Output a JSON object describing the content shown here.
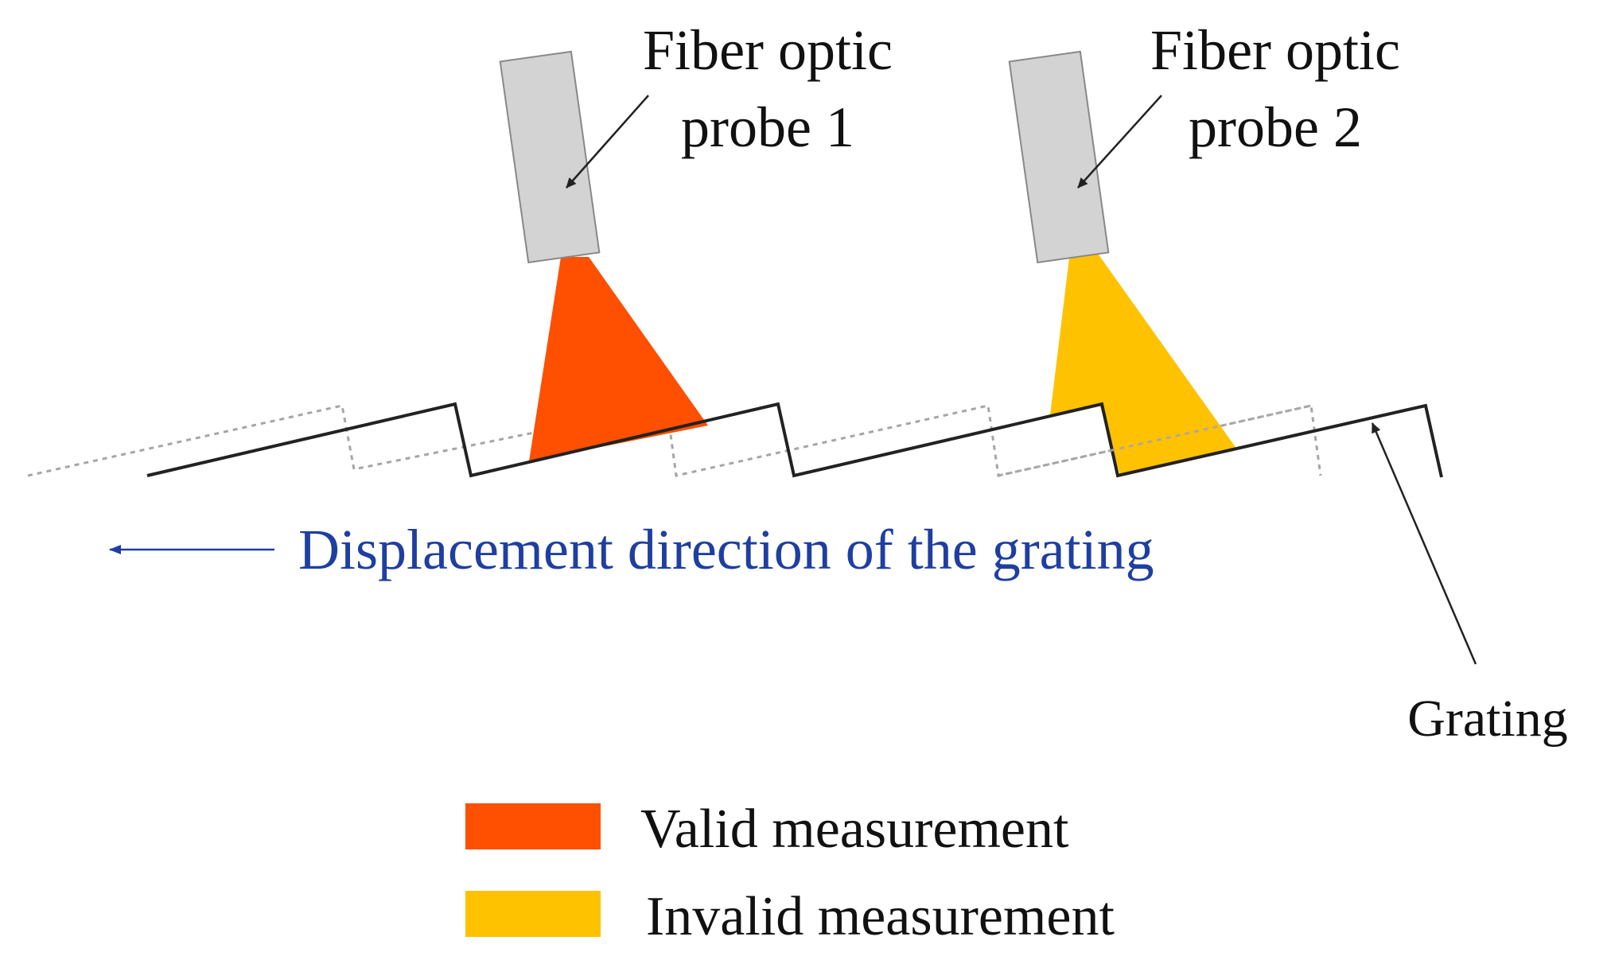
{
  "labels": {
    "probe1": [
      "Fiber optic",
      "probe 1"
    ],
    "probe2": [
      "Fiber optic",
      "probe 2"
    ],
    "direction": "Displacement direction of the grating",
    "grating": "Grating"
  },
  "legend": [
    {
      "label": "Valid measurement",
      "color": "#ff4f00"
    },
    {
      "label": "Invalid measurement",
      "color": "#ffc200"
    }
  ],
  "colors": {
    "probe_body": "#d3d3d3",
    "grating_line": "#222222",
    "ghost_grating": "#a6a6a6",
    "direction_text": "#1f3fa0"
  }
}
